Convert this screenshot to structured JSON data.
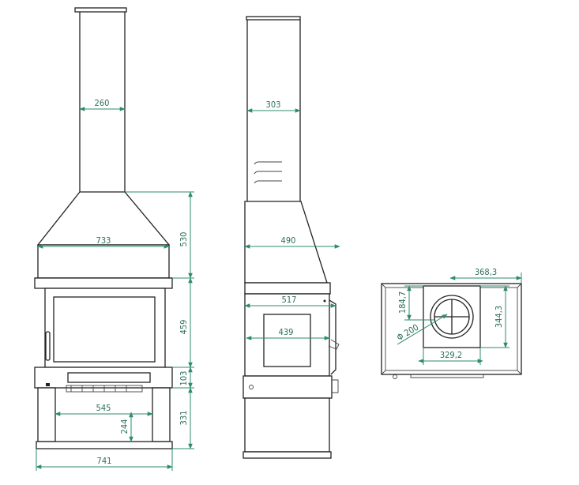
{
  "diagram": {
    "front_view": {
      "flue_width": "260",
      "hood_width": "733",
      "hood_height": "530",
      "firebox_height": "459",
      "shelf_height": "103",
      "leg_height": "331",
      "inner_leg_width": "545",
      "log_store_height": "244",
      "base_width": "741"
    },
    "side_view": {
      "flue_depth": "303",
      "hood_depth": "490",
      "body_depth": "517",
      "firebox_depth": "439"
    },
    "top_view": {
      "overall_depth": "368,3",
      "outlet_height": "184,7",
      "side_depth": "344,3",
      "flue_diameter": "Φ 200",
      "inner_width": "329,2"
    }
  }
}
